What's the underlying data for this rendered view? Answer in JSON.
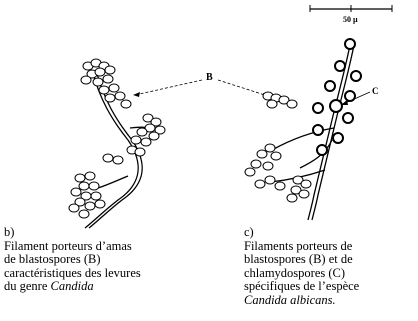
{
  "figure": {
    "scale_bar_label": "50 µ",
    "label_B": "B",
    "label_C": "C"
  },
  "captions": {
    "b": {
      "letter": "b)",
      "line1": "Filament porteurs d’amas",
      "line2": "de blastospores (B)",
      "line3": "caractéristiques des levures",
      "line4_prefix": "du genre ",
      "line4_italic": "Candida"
    },
    "c": {
      "letter": "c)",
      "line1": "Filaments porteurs de",
      "line2": "blastospores (B) et de",
      "line3": "chlamydospores (C)",
      "line4": "spécifiques de l’espèce",
      "line5_italic": "Candida albicans."
    }
  }
}
